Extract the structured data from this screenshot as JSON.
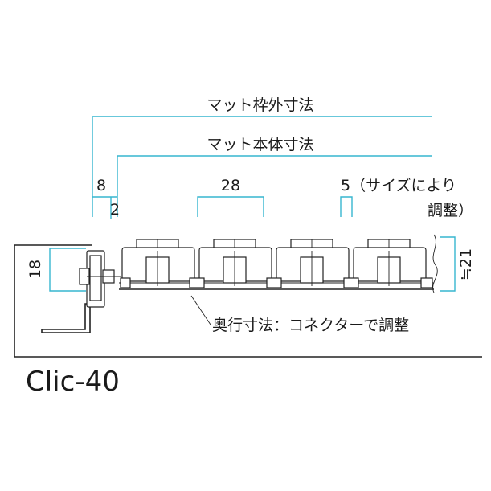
{
  "labels": {
    "mat_frame_outer": "マット枠外寸法",
    "mat_body": "マット本体寸法",
    "dim_8": "8",
    "dim_2": "2",
    "dim_28": "28",
    "dim_5_note": "5（サイズにより",
    "dim_5_note_2": "調整）",
    "height_18": "18",
    "height_21": "≒21",
    "depth_note": "奥行寸法：コネクターで調整",
    "model": "Clic-40"
  },
  "colors": {
    "dimension_line": "#37b6cf",
    "drawing_line": "#222222"
  }
}
